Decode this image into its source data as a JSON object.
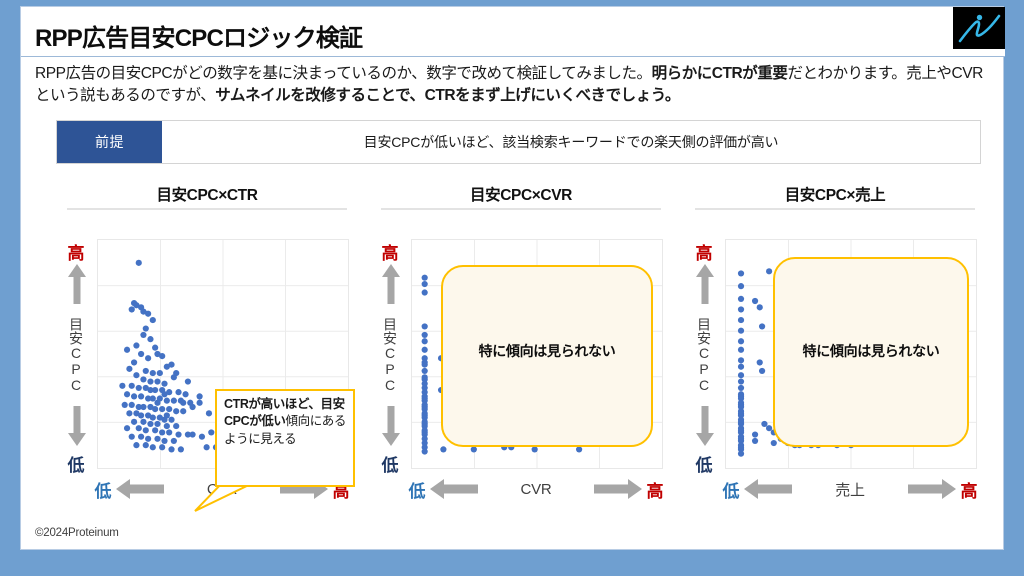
{
  "slide": {
    "title": "RPP広告目安CPCロジック検証",
    "lead_parts": [
      {
        "text": "RPP広告の目安CPCがどの数字を基に決まっているのか、数字で改めて検証してみました。",
        "bold": false
      },
      {
        "text": "明らかにCTRが重要",
        "bold": true
      },
      {
        "text": "だとわかります。売上やCVRという説もあるのですが、",
        "bold": false
      },
      {
        "text": "サムネイルを改修することで、CTRをまず上げにいくべきでしょう。",
        "bold": true
      }
    ],
    "footer": "©2024Proteinum",
    "logo_name": "proteinum-logo"
  },
  "premise": {
    "tag": "前提",
    "text": "目安CPCが低いほど、該当検索キーワードでの楽天側の評価が高い"
  },
  "colors": {
    "accent_blue": "#2e5496",
    "marker_blue": "#4472c4",
    "callout_orange": "#ffc000",
    "high_red": "#c00000",
    "low_blue": "#1f3864",
    "x_low_blue": "#2e74b5",
    "arrow_gray": "#a6a6a6",
    "slide_border_blue": "#6f9fd0"
  },
  "axis_labels": {
    "y_high": "高",
    "y_low": "低",
    "y_title": "目安CPC",
    "x_low": "低",
    "x_high": "高"
  },
  "callout": {
    "parts": [
      {
        "text": "CTRが高いほど、目安CPCが低い",
        "bold": true
      },
      {
        "text": "傾向にあるように見える",
        "bold": false
      }
    ]
  },
  "chart_data": [
    {
      "type": "scatter",
      "title": "目安CPC×CTR",
      "xlabel": "CTR",
      "ylabel": "目安CPC",
      "xlim": [
        0,
        1
      ],
      "ylim": [
        0,
        1
      ],
      "grid": true,
      "x_ticks": [
        "低",
        "高"
      ],
      "y_ticks": [
        "低",
        "高"
      ],
      "annotation": "CTRが高いほど、目安CPCが低い傾向にあるように見える",
      "marker_color": "#4472c4",
      "points": [
        [
          0.14,
          0.93
        ],
        [
          0.12,
          0.74
        ],
        [
          0.13,
          0.73
        ],
        [
          0.15,
          0.72
        ],
        [
          0.16,
          0.7
        ],
        [
          0.18,
          0.69
        ],
        [
          0.11,
          0.71
        ],
        [
          0.2,
          0.66
        ],
        [
          0.17,
          0.62
        ],
        [
          0.16,
          0.59
        ],
        [
          0.19,
          0.57
        ],
        [
          0.13,
          0.54
        ],
        [
          0.21,
          0.53
        ],
        [
          0.09,
          0.52
        ],
        [
          0.15,
          0.5
        ],
        [
          0.22,
          0.5
        ],
        [
          0.24,
          0.49
        ],
        [
          0.18,
          0.48
        ],
        [
          0.12,
          0.46
        ],
        [
          0.26,
          0.44
        ],
        [
          0.1,
          0.43
        ],
        [
          0.17,
          0.42
        ],
        [
          0.2,
          0.41
        ],
        [
          0.23,
          0.41
        ],
        [
          0.13,
          0.4
        ],
        [
          0.29,
          0.39
        ],
        [
          0.16,
          0.38
        ],
        [
          0.19,
          0.37
        ],
        [
          0.22,
          0.37
        ],
        [
          0.25,
          0.36
        ],
        [
          0.07,
          0.35
        ],
        [
          0.11,
          0.35
        ],
        [
          0.14,
          0.34
        ],
        [
          0.17,
          0.34
        ],
        [
          0.21,
          0.33
        ],
        [
          0.24,
          0.33
        ],
        [
          0.27,
          0.32
        ],
        [
          0.31,
          0.32
        ],
        [
          0.34,
          0.31
        ],
        [
          0.09,
          0.31
        ],
        [
          0.12,
          0.3
        ],
        [
          0.15,
          0.3
        ],
        [
          0.18,
          0.29
        ],
        [
          0.2,
          0.29
        ],
        [
          0.23,
          0.29
        ],
        [
          0.26,
          0.28
        ],
        [
          0.29,
          0.28
        ],
        [
          0.32,
          0.28
        ],
        [
          0.36,
          0.27
        ],
        [
          0.4,
          0.27
        ],
        [
          0.08,
          0.26
        ],
        [
          0.11,
          0.26
        ],
        [
          0.14,
          0.25
        ],
        [
          0.16,
          0.25
        ],
        [
          0.19,
          0.25
        ],
        [
          0.21,
          0.24
        ],
        [
          0.24,
          0.24
        ],
        [
          0.27,
          0.24
        ],
        [
          0.3,
          0.23
        ],
        [
          0.33,
          0.23
        ],
        [
          0.1,
          0.22
        ],
        [
          0.13,
          0.22
        ],
        [
          0.15,
          0.21
        ],
        [
          0.18,
          0.21
        ],
        [
          0.2,
          0.2
        ],
        [
          0.23,
          0.2
        ],
        [
          0.25,
          0.19
        ],
        [
          0.28,
          0.19
        ],
        [
          0.12,
          0.18
        ],
        [
          0.16,
          0.18
        ],
        [
          0.19,
          0.17
        ],
        [
          0.22,
          0.17
        ],
        [
          0.26,
          0.16
        ],
        [
          0.3,
          0.16
        ],
        [
          0.09,
          0.15
        ],
        [
          0.14,
          0.15
        ],
        [
          0.17,
          0.14
        ],
        [
          0.21,
          0.14
        ],
        [
          0.24,
          0.13
        ],
        [
          0.27,
          0.13
        ],
        [
          0.31,
          0.12
        ],
        [
          0.35,
          0.12
        ],
        [
          0.11,
          0.11
        ],
        [
          0.15,
          0.11
        ],
        [
          0.18,
          0.1
        ],
        [
          0.22,
          0.1
        ],
        [
          0.25,
          0.09
        ],
        [
          0.29,
          0.09
        ],
        [
          0.13,
          0.07
        ],
        [
          0.17,
          0.07
        ],
        [
          0.2,
          0.06
        ],
        [
          0.24,
          0.06
        ],
        [
          0.28,
          0.05
        ],
        [
          0.32,
          0.05
        ],
        [
          0.37,
          0.12
        ],
        [
          0.41,
          0.11
        ],
        [
          0.45,
          0.13
        ],
        [
          0.48,
          0.09
        ],
        [
          0.43,
          0.06
        ],
        [
          0.47,
          0.06
        ],
        [
          0.52,
          0.15
        ],
        [
          0.56,
          0.11
        ],
        [
          0.6,
          0.07
        ],
        [
          0.63,
          0.13
        ],
        [
          0.66,
          0.09
        ],
        [
          0.69,
          0.11
        ],
        [
          0.72,
          0.06
        ],
        [
          0.76,
          0.14
        ],
        [
          0.79,
          0.1
        ],
        [
          0.84,
          0.13
        ],
        [
          0.88,
          0.07
        ],
        [
          0.55,
          0.05
        ],
        [
          0.5,
          0.07
        ],
        [
          0.58,
          0.16
        ],
        [
          0.35,
          0.37
        ],
        [
          0.3,
          0.41
        ],
        [
          0.33,
          0.27
        ],
        [
          0.37,
          0.25
        ],
        [
          0.4,
          0.3
        ],
        [
          0.44,
          0.22
        ],
        [
          0.28,
          0.45
        ],
        [
          0.25,
          0.31
        ],
        [
          0.22,
          0.27
        ],
        [
          0.19,
          0.33
        ],
        [
          0.26,
          0.21
        ]
      ]
    },
    {
      "type": "scatter",
      "title": "目安CPC×CVR",
      "xlabel": "CVR",
      "ylabel": "目安CPC",
      "xlim": [
        0,
        1
      ],
      "ylim": [
        0,
        1
      ],
      "grid": true,
      "x_ticks": [
        "低",
        "高"
      ],
      "y_ticks": [
        "低",
        "高"
      ],
      "annotation": "特に傾向は見られない",
      "marker_color": "#4472c4",
      "points": [
        [
          0.02,
          0.86
        ],
        [
          0.02,
          0.83
        ],
        [
          0.02,
          0.79
        ],
        [
          0.02,
          0.63
        ],
        [
          0.02,
          0.59
        ],
        [
          0.02,
          0.56
        ],
        [
          0.02,
          0.52
        ],
        [
          0.02,
          0.48
        ],
        [
          0.02,
          0.45
        ],
        [
          0.02,
          0.42
        ],
        [
          0.02,
          0.39
        ],
        [
          0.02,
          0.36
        ],
        [
          0.02,
          0.34
        ],
        [
          0.02,
          0.32
        ],
        [
          0.02,
          0.3
        ],
        [
          0.02,
          0.28
        ],
        [
          0.02,
          0.26
        ],
        [
          0.02,
          0.24
        ],
        [
          0.02,
          0.22
        ],
        [
          0.02,
          0.2
        ],
        [
          0.02,
          0.18
        ],
        [
          0.02,
          0.16
        ],
        [
          0.02,
          0.14
        ],
        [
          0.02,
          0.12
        ],
        [
          0.02,
          0.1
        ],
        [
          0.02,
          0.08
        ],
        [
          0.02,
          0.06
        ],
        [
          0.02,
          0.04
        ],
        [
          0.02,
          0.46
        ],
        [
          0.02,
          0.38
        ],
        [
          0.02,
          0.29
        ],
        [
          0.02,
          0.25
        ],
        [
          0.02,
          0.21
        ],
        [
          0.02,
          0.17
        ],
        [
          0.02,
          0.13
        ],
        [
          0.12,
          0.86
        ],
        [
          0.27,
          0.79
        ],
        [
          0.56,
          0.79
        ],
        [
          0.71,
          0.75
        ],
        [
          0.28,
          0.67
        ],
        [
          0.09,
          0.48
        ],
        [
          0.26,
          0.47
        ],
        [
          0.32,
          0.46
        ],
        [
          0.8,
          0.42
        ],
        [
          0.2,
          0.4
        ],
        [
          0.51,
          0.39
        ],
        [
          0.09,
          0.33
        ],
        [
          0.21,
          0.34
        ],
        [
          0.35,
          0.33
        ],
        [
          0.42,
          0.32
        ],
        [
          0.58,
          0.33
        ],
        [
          0.63,
          0.34
        ],
        [
          0.68,
          0.32
        ],
        [
          0.72,
          0.32
        ],
        [
          0.84,
          0.3
        ],
        [
          0.22,
          0.29
        ],
        [
          0.39,
          0.3
        ],
        [
          0.45,
          0.31
        ],
        [
          0.53,
          0.31
        ],
        [
          0.3,
          0.24
        ],
        [
          0.34,
          0.27
        ],
        [
          0.38,
          0.25
        ],
        [
          0.41,
          0.26
        ],
        [
          0.64,
          0.22
        ],
        [
          0.28,
          0.18
        ],
        [
          0.31,
          0.17
        ],
        [
          0.36,
          0.18
        ],
        [
          0.44,
          0.17
        ],
        [
          0.52,
          0.13
        ],
        [
          0.57,
          0.13
        ],
        [
          0.67,
          0.15
        ],
        [
          0.83,
          0.11
        ],
        [
          0.88,
          0.12
        ],
        [
          0.91,
          0.13
        ],
        [
          0.79,
          0.09
        ],
        [
          0.1,
          0.05
        ],
        [
          0.23,
          0.05
        ],
        [
          0.36,
          0.06
        ],
        [
          0.39,
          0.06
        ],
        [
          0.49,
          0.05
        ],
        [
          0.68,
          0.05
        ],
        [
          0.62,
          0.14
        ],
        [
          0.74,
          0.19
        ]
      ]
    },
    {
      "type": "scatter",
      "title": "目安CPC×売上",
      "xlabel": "売上",
      "ylabel": "目安CPC",
      "xlim": [
        0,
        1
      ],
      "ylim": [
        0,
        1
      ],
      "grid": true,
      "x_ticks": [
        "低",
        "高"
      ],
      "y_ticks": [
        "低",
        "高"
      ],
      "annotation": "特に傾向は見られない",
      "marker_color": "#4472c4",
      "points": [
        [
          0.03,
          0.88
        ],
        [
          0.03,
          0.82
        ],
        [
          0.03,
          0.76
        ],
        [
          0.03,
          0.71
        ],
        [
          0.03,
          0.66
        ],
        [
          0.03,
          0.61
        ],
        [
          0.03,
          0.56
        ],
        [
          0.03,
          0.52
        ],
        [
          0.03,
          0.47
        ],
        [
          0.03,
          0.44
        ],
        [
          0.03,
          0.4
        ],
        [
          0.03,
          0.37
        ],
        [
          0.03,
          0.34
        ],
        [
          0.03,
          0.31
        ],
        [
          0.03,
          0.29
        ],
        [
          0.03,
          0.27
        ],
        [
          0.03,
          0.25
        ],
        [
          0.03,
          0.23
        ],
        [
          0.03,
          0.21
        ],
        [
          0.03,
          0.19
        ],
        [
          0.03,
          0.17
        ],
        [
          0.03,
          0.15
        ],
        [
          0.03,
          0.13
        ],
        [
          0.03,
          0.11
        ],
        [
          0.03,
          0.09
        ],
        [
          0.03,
          0.07
        ],
        [
          0.03,
          0.05
        ],
        [
          0.03,
          0.03
        ],
        [
          0.03,
          0.3
        ],
        [
          0.03,
          0.26
        ],
        [
          0.03,
          0.22
        ],
        [
          0.03,
          0.18
        ],
        [
          0.03,
          0.14
        ],
        [
          0.03,
          0.1
        ],
        [
          0.03,
          0.06
        ],
        [
          0.15,
          0.89
        ],
        [
          0.09,
          0.75
        ],
        [
          0.11,
          0.72
        ],
        [
          0.12,
          0.63
        ],
        [
          0.86,
          0.74
        ],
        [
          0.11,
          0.46
        ],
        [
          0.2,
          0.44
        ],
        [
          0.3,
          0.44
        ],
        [
          0.89,
          0.37
        ],
        [
          0.12,
          0.42
        ],
        [
          0.7,
          0.29
        ],
        [
          0.13,
          0.17
        ],
        [
          0.15,
          0.15
        ],
        [
          0.09,
          0.12
        ],
        [
          0.09,
          0.09
        ],
        [
          0.17,
          0.13
        ],
        [
          0.2,
          0.1
        ],
        [
          0.23,
          0.08
        ],
        [
          0.25,
          0.09
        ],
        [
          0.28,
          0.07
        ],
        [
          0.3,
          0.13
        ],
        [
          0.33,
          0.07
        ],
        [
          0.36,
          0.07
        ],
        [
          0.38,
          0.15
        ],
        [
          0.4,
          0.09
        ],
        [
          0.45,
          0.14
        ],
        [
          0.48,
          0.14
        ],
        [
          0.44,
          0.07
        ],
        [
          0.5,
          0.07
        ],
        [
          0.54,
          0.12
        ],
        [
          0.57,
          0.18
        ],
        [
          0.58,
          0.13
        ],
        [
          0.6,
          0.14
        ],
        [
          0.92,
          0.1
        ],
        [
          0.96,
          0.11
        ],
        [
          0.17,
          0.08
        ],
        [
          0.22,
          0.13
        ],
        [
          0.26,
          0.07
        ],
        [
          0.35,
          0.13
        ]
      ]
    }
  ]
}
